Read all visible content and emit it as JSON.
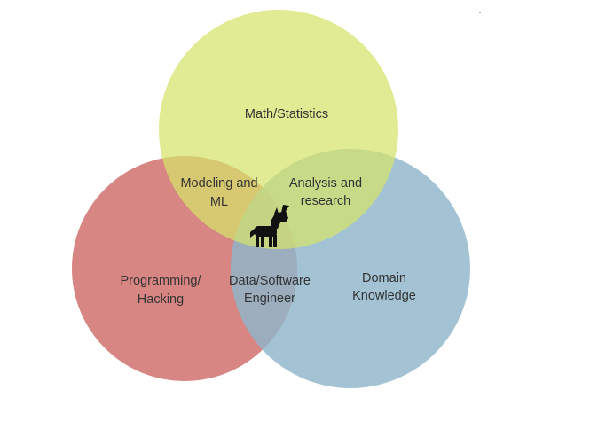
{
  "diagram": {
    "type": "venn",
    "colors": {
      "math_circle": "#d6e36b",
      "programming_circle": "#d0716d",
      "domain_circle": "#8fb6cb",
      "text": "#333333",
      "unicorn": "#111111"
    },
    "circles": {
      "math": {
        "label": "Math/Statistics"
      },
      "programming": {
        "label_line1": "Programming/",
        "label_line2": "Hacking"
      },
      "domain": {
        "label_line1": "Domain",
        "label_line2": "Knowledge"
      }
    },
    "intersections": {
      "modeling": {
        "line1": "Modeling and",
        "line2": "ML"
      },
      "analysis": {
        "line1": "Analysis and",
        "line2": "research"
      },
      "engineering": {
        "line1": "Data/Software",
        "line2": "Engineer"
      }
    },
    "center_icon": "unicorn-icon"
  }
}
